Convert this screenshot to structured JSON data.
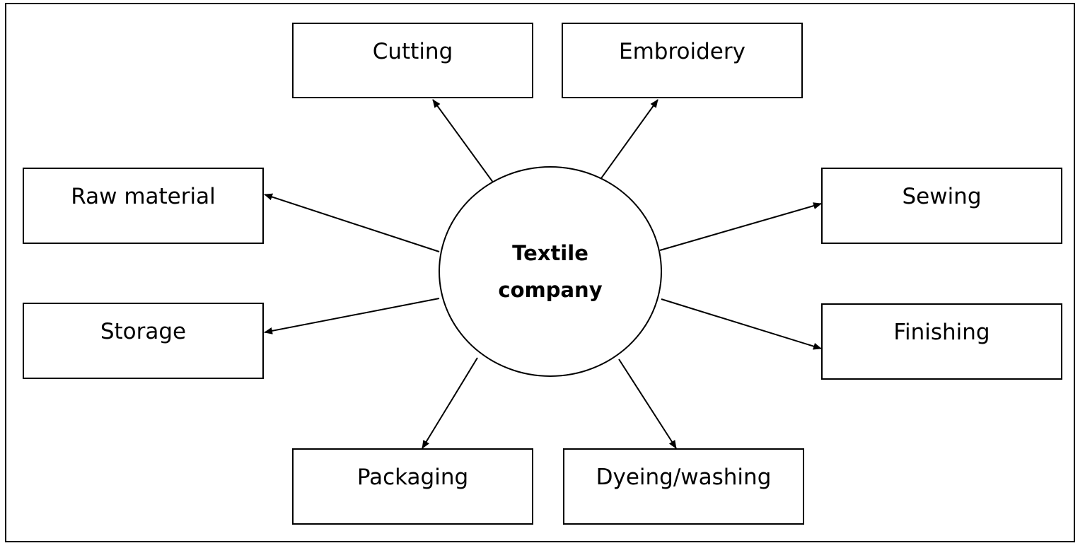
{
  "center": {
    "line1": "Textile",
    "line2": "company"
  },
  "nodes": {
    "cutting": "Cutting",
    "embroidery": "Embroidery",
    "raw_material": "Raw material",
    "sewing": "Sewing",
    "storage": "Storage",
    "finishing": "Finishing",
    "packaging": "Packaging",
    "dyeing_washing": "Dyeing/washing"
  }
}
